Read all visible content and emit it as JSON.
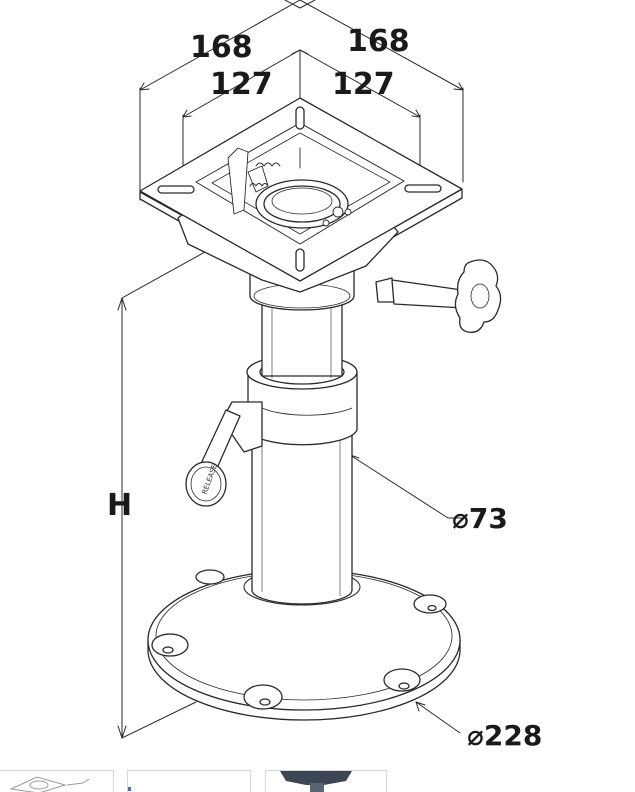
{
  "drawing": {
    "outer_width_left": "168",
    "outer_width_right": "168",
    "hole_spacing_left": "127",
    "hole_spacing_right": "127",
    "height_label": "H",
    "column_diameter": "⌀73",
    "base_diameter": "⌀228",
    "lever_text": "RELEASE"
  },
  "thumbnails": [
    {
      "name": "thumbnail-swivel-plate"
    },
    {
      "name": "thumbnail-blank"
    },
    {
      "name": "thumbnail-dark-pedestal"
    }
  ]
}
